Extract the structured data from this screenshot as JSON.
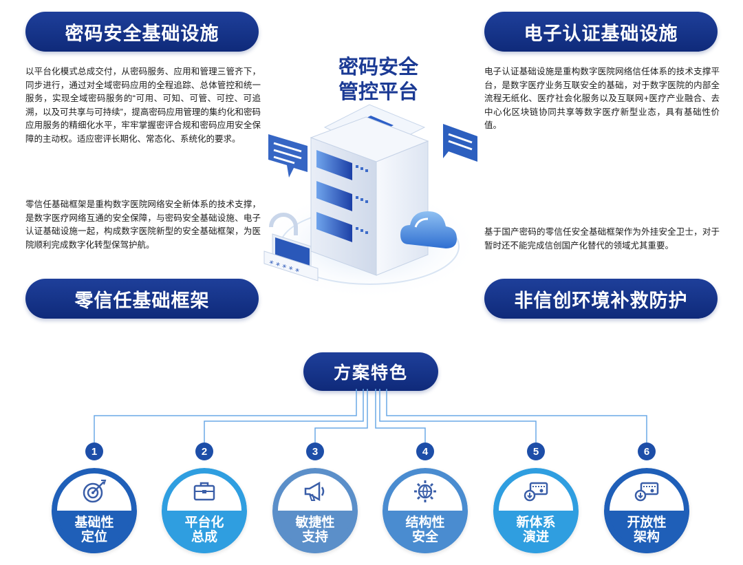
{
  "sections": {
    "crypto_infra": {
      "title": "密码安全基础设施",
      "text": "以平台化模式总成交付，从密码服务、应用和管理三管齐下，同步进行，通过对全域密码应用的全程追踪、总体管控和统一服务，实现全域密码服务的“可用、可知、可管、可控、可追溯，以及可共享与可持续”，提高密码应用管理的集约化和密码应用服务的精细化水平，牢牢掌握密评合规和密码应用安全保障的主动权。适应密评长期化、常态化、系统化的要求。"
    },
    "e_auth": {
      "title": "电子认证基础设施",
      "text": "电子认证基础设施是重构数字医院网络信任体系的技术支撑平台，是数字医疗业务互联安全的基础，对于数字医院的内部全流程无纸化、医疗社会化服务以及互联网+医疗产业融合、去中心化区块链协同共享等数字医疗新型业态，具有基础性价值。"
    },
    "zero_trust": {
      "title": "零信任基础框架",
      "text": "零信任基础框架是重构数字医院网络安全新体系的技术支撑，是数字医疗网络互通的安全保障，与密码安全基础设施、电子认证基础设施一起，构成数字医院新型的安全基础框架，为医院顺利完成数字化转型保驾护航。"
    },
    "non_xc": {
      "title": "非信创环境补救防护",
      "text": "基于国产密码的零信任安全基础框架作为外挂安全卫士，对于暂时还不能完成信创国产化替代的领域尤其重要。"
    }
  },
  "center": {
    "title_line1": "密码安全",
    "title_line2": "管控平台",
    "password_mask": "* * * * *"
  },
  "features": {
    "title": "方案特色",
    "items": [
      {
        "num": "1",
        "line1": "基础性",
        "line2": "定位",
        "icon": "target-icon",
        "color": "#1f5fb8",
        "ring": "#1f5fb8"
      },
      {
        "num": "2",
        "line1": "平台化",
        "line2": "总成",
        "icon": "briefcase-icon",
        "color": "#2f9ee0",
        "ring": "#2f9ee0"
      },
      {
        "num": "3",
        "line1": "敏捷性",
        "line2": "支持",
        "icon": "megaphone-icon",
        "color": "#5b8fc9",
        "ring": "#5b8fc9"
      },
      {
        "num": "4",
        "line1": "结构性",
        "line2": "安全",
        "icon": "gear-globe-icon",
        "color": "#4a8cd0",
        "ring": "#4a8cd0"
      },
      {
        "num": "5",
        "line1": "新体系",
        "line2": "演进",
        "icon": "card-download-icon",
        "color": "#2f9ee0",
        "ring": "#2f9ee0"
      },
      {
        "num": "6",
        "line1": "开放性",
        "line2": "架构",
        "icon": "card-download-icon",
        "color": "#1f5fb8",
        "ring": "#1f5fb8"
      }
    ]
  }
}
